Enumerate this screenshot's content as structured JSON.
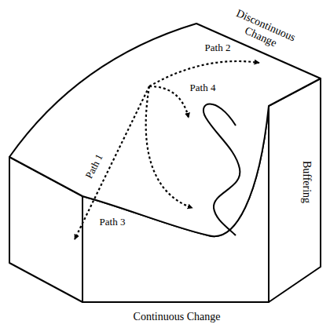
{
  "diagram": {
    "labels": [
      "Discontinuous Change",
      "Path 2",
      "Path 4",
      "Path 1",
      "Path 3",
      "Buffering",
      "Continuous Change"
    ]
  }
}
